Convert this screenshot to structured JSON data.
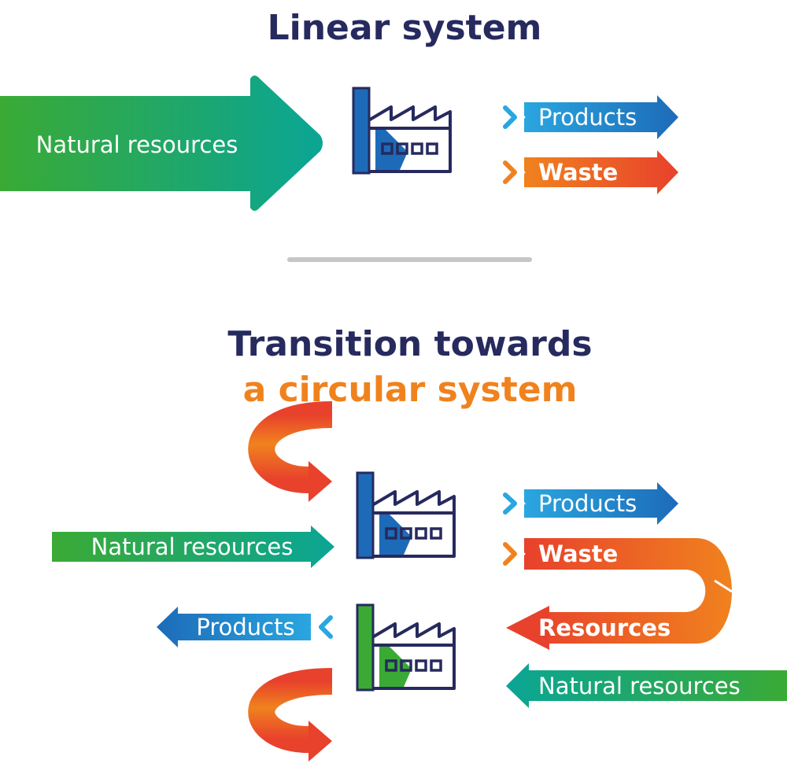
{
  "colors": {
    "navy": "#262a5e",
    "orange": "#f0821e",
    "red": "#e8412c",
    "blue_light": "#2aa6e0",
    "blue_dark": "#1d6bb8",
    "green": "#3aaa35",
    "teal": "#0aa595",
    "divider": "#c6c6c6"
  },
  "linear": {
    "title": "Linear system",
    "input_label": "Natural resources",
    "products_label": "Products",
    "waste_label": "Waste"
  },
  "circular": {
    "title_line1": "Transition towards",
    "title_line2": "a circular system",
    "input_label": "Natural resources",
    "products_label": "Products",
    "waste_label": "Waste",
    "resources_label": "Resources",
    "factory2_products_label": "Products",
    "factory2_input_label": "Natural resources"
  },
  "icons": {
    "factory": "factory-icon",
    "chevron": "chevron-right-icon"
  }
}
